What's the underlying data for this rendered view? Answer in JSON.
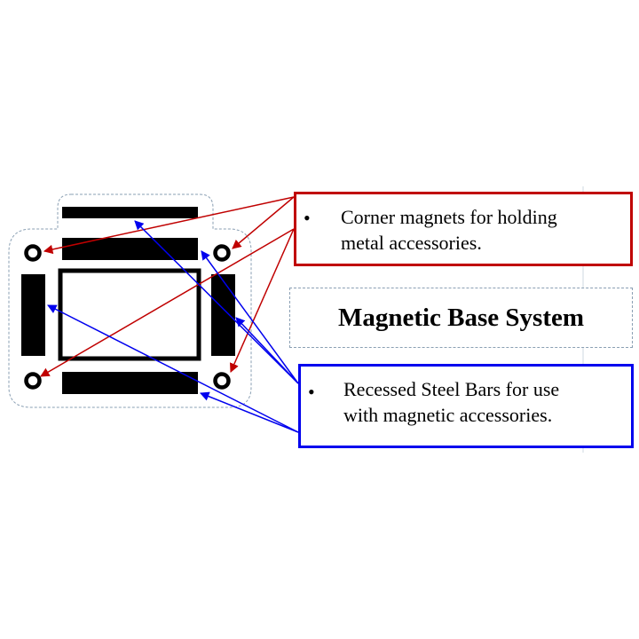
{
  "title": "Magnetic Base System",
  "callouts": {
    "corner_magnets": {
      "bullet": "•",
      "line1": "Corner magnets for holding",
      "line2": "metal accessories."
    },
    "steel_bars": {
      "bullet": "•",
      "line1": "Recessed Steel Bars for use",
      "line2": "with magnetic accessories."
    }
  },
  "colors": {
    "magnet_callout": "#c00000",
    "steel_bar_callout": "#0000ee",
    "outline_dashed": "#8a9fb3",
    "parts": "#000000"
  },
  "icons": {
    "magnet": "ring-circle",
    "steel_bar": "solid-rectangle"
  }
}
